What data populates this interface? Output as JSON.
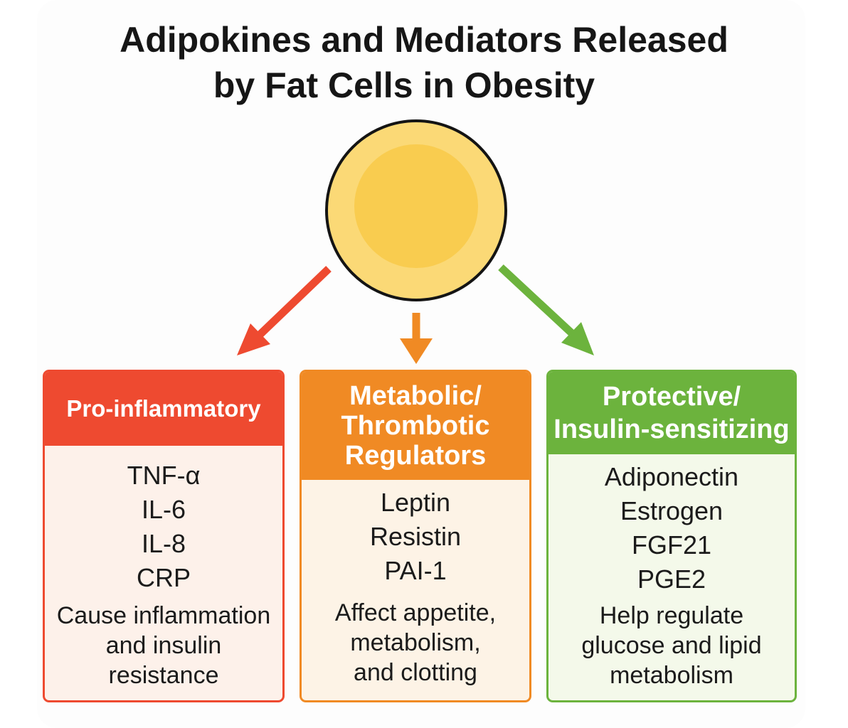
{
  "title": {
    "line1": "Adipokines and Mediators Released",
    "line2": "by Fat Cells in Obesity"
  },
  "colors": {
    "red": "#ee4a30",
    "orange": "#f08a24",
    "green": "#6cb33d",
    "cell_outer": "#fbd976",
    "cell_inner": "#f9cc4f"
  },
  "boxes": {
    "pro": {
      "header": "Pro-inflammatory",
      "items": [
        "TNF-α",
        "IL-6",
        "IL-8",
        "CRP"
      ],
      "desc": [
        "Cause inflammation",
        "and insulin",
        "resistance"
      ]
    },
    "metabolic": {
      "header": [
        "Metabolic/",
        "Thrombotic",
        "Regulators"
      ],
      "items": [
        "Leptin",
        "Resistin",
        "PAI-1"
      ],
      "desc": [
        "Affect appetite,",
        "metabolism,",
        "and clotting"
      ]
    },
    "protective": {
      "header": [
        "Protective/",
        "Insulin-sensitizing"
      ],
      "items": [
        "Adiponectin",
        "Estrogen",
        "FGF21",
        "PGE2"
      ],
      "desc": [
        "Help regulate",
        "glucose and lipid",
        "metabolism"
      ]
    }
  }
}
